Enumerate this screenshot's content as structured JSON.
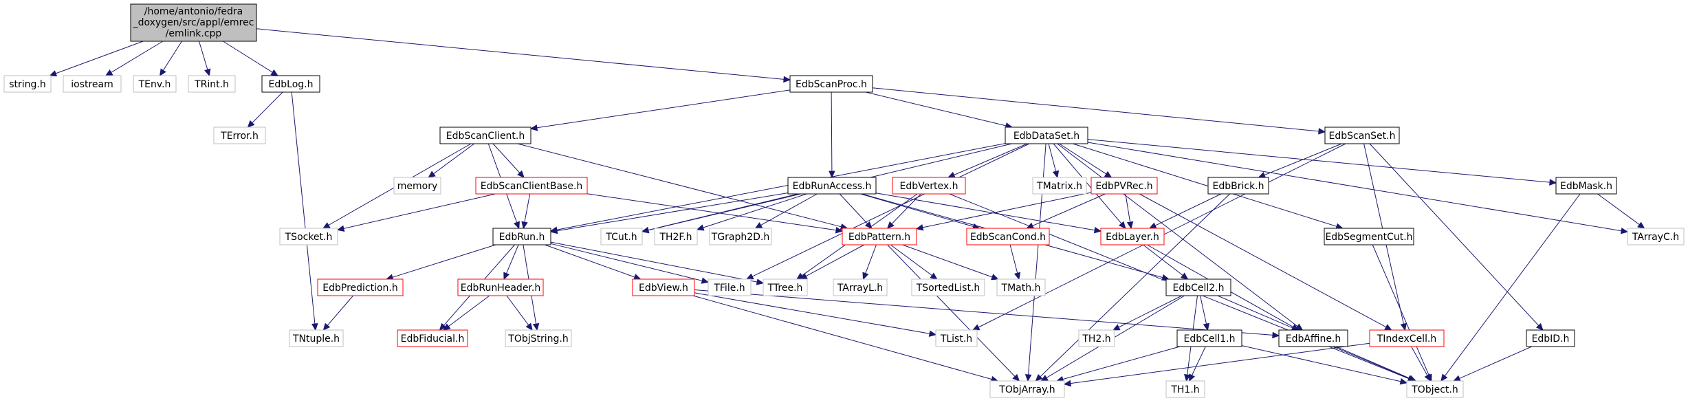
{
  "diagram": {
    "root": {
      "id": "root",
      "label_lines": [
        "/home/antonio/fedra",
        "_doxygen/src/appl/emrec",
        "/emlink.cpp"
      ]
    },
    "style": {
      "edge_color": "#191970",
      "root_fill": "#bfbfbf",
      "documented_border": "#000000",
      "truncated_border": "#ff0000",
      "external_border": "#bfbfbf",
      "external_text": "#7f7f7f"
    },
    "nodes": [
      {
        "id": "string_h",
        "label": "string.h",
        "kind": "external"
      },
      {
        "id": "iostream",
        "label": "iostream",
        "kind": "external"
      },
      {
        "id": "TEnv_h",
        "label": "TEnv.h",
        "kind": "external"
      },
      {
        "id": "TRint_h",
        "label": "TRint.h",
        "kind": "external"
      },
      {
        "id": "EdbLog_h",
        "label": "EdbLog.h",
        "kind": "documented"
      },
      {
        "id": "EdbScanProc_h",
        "label": "EdbScanProc.h",
        "kind": "documented"
      },
      {
        "id": "TError_h",
        "label": "TError.h",
        "kind": "external"
      },
      {
        "id": "EdbScanClient_h",
        "label": "EdbScanClient.h",
        "kind": "documented"
      },
      {
        "id": "EdbDataSet_h",
        "label": "EdbDataSet.h",
        "kind": "documented"
      },
      {
        "id": "EdbScanSet_h",
        "label": "EdbScanSet.h",
        "kind": "documented"
      },
      {
        "id": "memory",
        "label": "memory",
        "kind": "external"
      },
      {
        "id": "EdbScanClientBase_h",
        "label": "EdbScanClientBase.h",
        "kind": "truncated"
      },
      {
        "id": "EdbRunAccess_h",
        "label": "EdbRunAccess.h",
        "kind": "documented"
      },
      {
        "id": "EdbVertex_h",
        "label": "EdbVertex.h",
        "kind": "truncated"
      },
      {
        "id": "TMatrix_h",
        "label": "TMatrix.h",
        "kind": "external"
      },
      {
        "id": "EdbPVRec_h",
        "label": "EdbPVRec.h",
        "kind": "truncated"
      },
      {
        "id": "EdbBrick_h",
        "label": "EdbBrick.h",
        "kind": "documented"
      },
      {
        "id": "EdbMask_h",
        "label": "EdbMask.h",
        "kind": "documented"
      },
      {
        "id": "TSocket_h",
        "label": "TSocket.h",
        "kind": "external"
      },
      {
        "id": "EdbRun_h",
        "label": "EdbRun.h",
        "kind": "documented"
      },
      {
        "id": "TCut_h",
        "label": "TCut.h",
        "kind": "external"
      },
      {
        "id": "TH2F_h",
        "label": "TH2F.h",
        "kind": "external"
      },
      {
        "id": "TGraph2D_h",
        "label": "TGraph2D.h",
        "kind": "external"
      },
      {
        "id": "EdbPattern_h",
        "label": "EdbPattern.h",
        "kind": "truncated"
      },
      {
        "id": "EdbScanCond_h",
        "label": "EdbScanCond.h",
        "kind": "truncated"
      },
      {
        "id": "EdbLayer_h",
        "label": "EdbLayer.h",
        "kind": "truncated"
      },
      {
        "id": "EdbSegmentCut_h",
        "label": "EdbSegmentCut.h",
        "kind": "documented"
      },
      {
        "id": "TArrayC_h",
        "label": "TArrayC.h",
        "kind": "external"
      },
      {
        "id": "EdbPrediction_h",
        "label": "EdbPrediction.h",
        "kind": "truncated"
      },
      {
        "id": "EdbRunHeader_h",
        "label": "EdbRunHeader.h",
        "kind": "truncated"
      },
      {
        "id": "EdbView_h",
        "label": "EdbView.h",
        "kind": "truncated"
      },
      {
        "id": "TFile_h",
        "label": "TFile.h",
        "kind": "external"
      },
      {
        "id": "TTree_h",
        "label": "TTree.h",
        "kind": "external"
      },
      {
        "id": "TArrayL_h",
        "label": "TArrayL.h",
        "kind": "external"
      },
      {
        "id": "TSortedList_h",
        "label": "TSortedList.h",
        "kind": "external"
      },
      {
        "id": "TMath_h",
        "label": "TMath.h",
        "kind": "external"
      },
      {
        "id": "EdbCell2_h",
        "label": "EdbCell2.h",
        "kind": "documented"
      },
      {
        "id": "TNtuple_h",
        "label": "TNtuple.h",
        "kind": "external"
      },
      {
        "id": "EdbFiducial_h",
        "label": "EdbFiducial.h",
        "kind": "truncated"
      },
      {
        "id": "TObjString_h",
        "label": "TObjString.h",
        "kind": "external"
      },
      {
        "id": "TList_h",
        "label": "TList.h",
        "kind": "external"
      },
      {
        "id": "TH2_h",
        "label": "TH2.h",
        "kind": "external"
      },
      {
        "id": "EdbCell1_h",
        "label": "EdbCell1.h",
        "kind": "documented"
      },
      {
        "id": "EdbAffine_h",
        "label": "EdbAffine.h",
        "kind": "documented"
      },
      {
        "id": "TIndexCell_h",
        "label": "TIndexCell.h",
        "kind": "truncated"
      },
      {
        "id": "EdbID_h",
        "label": "EdbID.h",
        "kind": "documented"
      },
      {
        "id": "TObjArray_h",
        "label": "TObjArray.h",
        "kind": "external"
      },
      {
        "id": "TH1_h",
        "label": "TH1.h",
        "kind": "external"
      },
      {
        "id": "TObject_h",
        "label": "TObject.h",
        "kind": "external"
      }
    ],
    "edges": [
      [
        "root",
        "string_h"
      ],
      [
        "root",
        "iostream"
      ],
      [
        "root",
        "TEnv_h"
      ],
      [
        "root",
        "TRint_h"
      ],
      [
        "root",
        "EdbLog_h"
      ],
      [
        "root",
        "EdbScanProc_h"
      ],
      [
        "EdbLog_h",
        "TError_h"
      ],
      [
        "EdbLog_h",
        "TNtuple_h"
      ],
      [
        "EdbScanProc_h",
        "EdbScanClient_h"
      ],
      [
        "EdbScanProc_h",
        "EdbRunAccess_h"
      ],
      [
        "EdbScanProc_h",
        "EdbDataSet_h"
      ],
      [
        "EdbScanProc_h",
        "EdbScanSet_h"
      ],
      [
        "EdbScanClient_h",
        "TSocket_h"
      ],
      [
        "EdbScanClient_h",
        "memory"
      ],
      [
        "EdbScanClient_h",
        "EdbRun_h"
      ],
      [
        "EdbScanClient_h",
        "EdbScanClientBase_h"
      ],
      [
        "EdbScanClient_h",
        "EdbPattern_h"
      ],
      [
        "EdbScanClientBase_h",
        "TSocket_h"
      ],
      [
        "EdbScanClientBase_h",
        "EdbRun_h"
      ],
      [
        "EdbScanClientBase_h",
        "EdbPattern_h"
      ],
      [
        "EdbDataSet_h",
        "EdbRun_h"
      ],
      [
        "EdbDataSet_h",
        "TCut_h"
      ],
      [
        "EdbDataSet_h",
        "EdbVertex_h"
      ],
      [
        "EdbDataSet_h",
        "TMatrix_h"
      ],
      [
        "EdbDataSet_h",
        "EdbPVRec_h"
      ],
      [
        "EdbDataSet_h",
        "EdbLayer_h"
      ],
      [
        "EdbDataSet_h",
        "EdbSegmentCut_h"
      ],
      [
        "EdbDataSet_h",
        "EdbMask_h"
      ],
      [
        "EdbDataSet_h",
        "TArrayC_h"
      ],
      [
        "EdbDataSet_h",
        "EdbAffine_h"
      ],
      [
        "EdbDataSet_h",
        "TObjArray_h"
      ],
      [
        "EdbDataSet_h",
        "TFile_h"
      ],
      [
        "EdbScanSet_h",
        "EdbBrick_h"
      ],
      [
        "EdbScanSet_h",
        "TIndexCell_h"
      ],
      [
        "EdbScanSet_h",
        "EdbID_h"
      ],
      [
        "EdbScanSet_h",
        "TList_h"
      ],
      [
        "EdbRunAccess_h",
        "EdbRun_h"
      ],
      [
        "EdbRunAccess_h",
        "TCut_h"
      ],
      [
        "EdbRunAccess_h",
        "TH2F_h"
      ],
      [
        "EdbRunAccess_h",
        "TGraph2D_h"
      ],
      [
        "EdbRunAccess_h",
        "EdbPattern_h"
      ],
      [
        "EdbRunAccess_h",
        "EdbScanCond_h"
      ],
      [
        "EdbRunAccess_h",
        "EdbLayer_h"
      ],
      [
        "EdbRunAccess_h",
        "EdbCell2_h"
      ],
      [
        "EdbVertex_h",
        "EdbPattern_h"
      ],
      [
        "EdbVertex_h",
        "TTree_h"
      ],
      [
        "EdbVertex_h",
        "TObject_h"
      ],
      [
        "EdbPVRec_h",
        "EdbPattern_h"
      ],
      [
        "EdbPVRec_h",
        "EdbScanCond_h"
      ],
      [
        "EdbPVRec_h",
        "EdbLayer_h"
      ],
      [
        "EdbPVRec_h",
        "TIndexCell_h"
      ],
      [
        "EdbBrick_h",
        "EdbLayer_h"
      ],
      [
        "EdbBrick_h",
        "TObjArray_h"
      ],
      [
        "EdbMask_h",
        "TArrayC_h"
      ],
      [
        "EdbMask_h",
        "TObject_h"
      ],
      [
        "EdbRun_h",
        "EdbPrediction_h"
      ],
      [
        "EdbRun_h",
        "EdbFiducial_h"
      ],
      [
        "EdbRun_h",
        "EdbRunHeader_h"
      ],
      [
        "EdbRun_h",
        "EdbView_h"
      ],
      [
        "EdbRun_h",
        "TFile_h"
      ],
      [
        "EdbRun_h",
        "TTree_h"
      ],
      [
        "EdbRun_h",
        "TObjString_h"
      ],
      [
        "EdbPattern_h",
        "TTree_h"
      ],
      [
        "EdbPattern_h",
        "TArrayL_h"
      ],
      [
        "EdbPattern_h",
        "TSortedList_h"
      ],
      [
        "EdbPattern_h",
        "TMath_h"
      ],
      [
        "EdbPattern_h",
        "TObjArray_h"
      ],
      [
        "EdbScanCond_h",
        "TMath_h"
      ],
      [
        "EdbLayer_h",
        "EdbCell2_h"
      ],
      [
        "EdbLayer_h",
        "EdbAffine_h"
      ],
      [
        "EdbSegmentCut_h",
        "TObject_h"
      ],
      [
        "EdbPrediction_h",
        "TNtuple_h"
      ],
      [
        "EdbRunHeader_h",
        "EdbFiducial_h"
      ],
      [
        "EdbRunHeader_h",
        "TObjString_h"
      ],
      [
        "EdbView_h",
        "TList_h"
      ],
      [
        "EdbView_h",
        "EdbAffine_h"
      ],
      [
        "EdbView_h",
        "TObjArray_h"
      ],
      [
        "EdbCell2_h",
        "TH2_h"
      ],
      [
        "EdbCell2_h",
        "EdbCell1_h"
      ],
      [
        "EdbCell2_h",
        "TH1_h"
      ],
      [
        "EdbCell2_h",
        "TObjArray_h"
      ],
      [
        "EdbCell2_h",
        "TObject_h"
      ],
      [
        "EdbCell1_h",
        "TH1_h"
      ],
      [
        "EdbCell1_h",
        "TObjArray_h"
      ],
      [
        "EdbCell1_h",
        "TObject_h"
      ],
      [
        "EdbAffine_h",
        "TObject_h"
      ],
      [
        "TIndexCell_h",
        "TObjArray_h"
      ],
      [
        "TIndexCell_h",
        "TObject_h"
      ],
      [
        "EdbID_h",
        "TObject_h"
      ]
    ]
  }
}
